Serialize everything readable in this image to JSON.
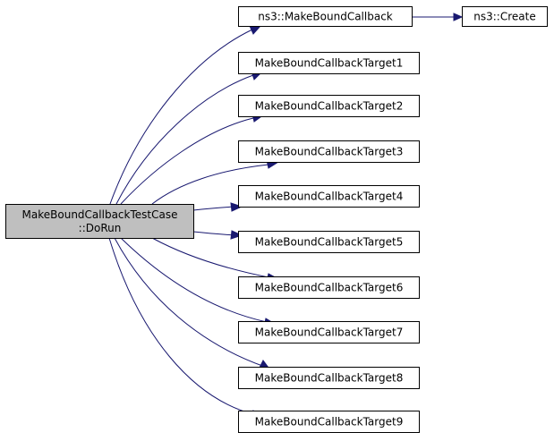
{
  "diagram": {
    "root": {
      "id": "root",
      "lines": [
        "MakeBoundCallbackTestCase",
        "::DoRun"
      ]
    },
    "nodes": [
      {
        "id": "mbc",
        "label": "ns3::MakeBoundCallback"
      },
      {
        "id": "create",
        "label": "ns3::Create"
      },
      {
        "id": "t1",
        "label": "MakeBoundCallbackTarget1"
      },
      {
        "id": "t2",
        "label": "MakeBoundCallbackTarget2"
      },
      {
        "id": "t3",
        "label": "MakeBoundCallbackTarget3"
      },
      {
        "id": "t4",
        "label": "MakeBoundCallbackTarget4"
      },
      {
        "id": "t5",
        "label": "MakeBoundCallbackTarget5"
      },
      {
        "id": "t6",
        "label": "MakeBoundCallbackTarget6"
      },
      {
        "id": "t7",
        "label": "MakeBoundCallbackTarget7"
      },
      {
        "id": "t8",
        "label": "MakeBoundCallbackTarget8"
      },
      {
        "id": "t9",
        "label": "MakeBoundCallbackTarget9"
      }
    ],
    "edges": [
      {
        "from": "root",
        "to": "mbc"
      },
      {
        "from": "root",
        "to": "t1"
      },
      {
        "from": "root",
        "to": "t2"
      },
      {
        "from": "root",
        "to": "t3"
      },
      {
        "from": "root",
        "to": "t4"
      },
      {
        "from": "root",
        "to": "t5"
      },
      {
        "from": "root",
        "to": "t6"
      },
      {
        "from": "root",
        "to": "t7"
      },
      {
        "from": "root",
        "to": "t8"
      },
      {
        "from": "root",
        "to": "t9"
      },
      {
        "from": "mbc",
        "to": "create"
      }
    ],
    "colors": {
      "edge": "#191970",
      "root_fill": "#bfbfbf",
      "node_fill": "#ffffff",
      "border": "#000000"
    }
  }
}
